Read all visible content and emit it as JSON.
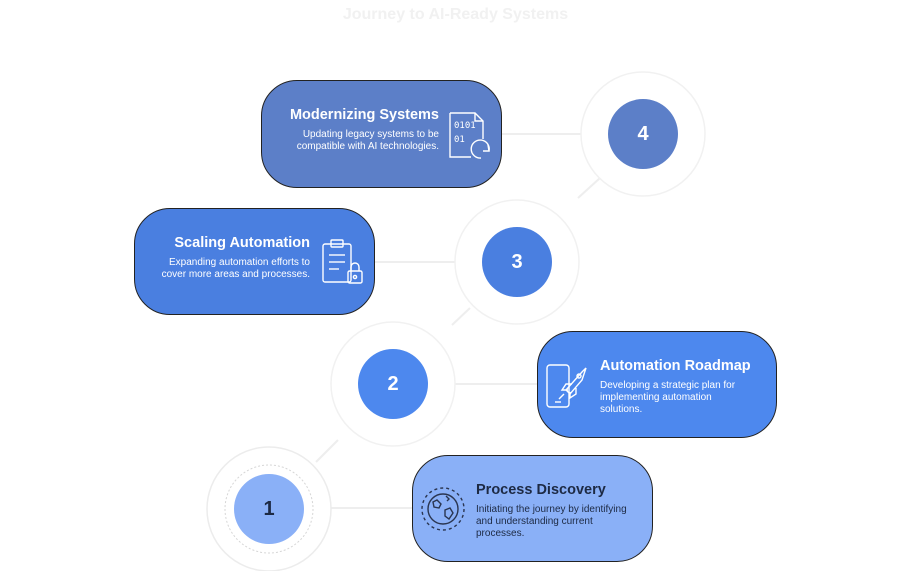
{
  "title": "Journey to AI-Ready Systems",
  "steps": [
    {
      "number": "1",
      "title": "Process Discovery",
      "description": "Initiating the journey by identifying and understanding current processes.",
      "icon": "globe-icon",
      "color": "#8ab0f7"
    },
    {
      "number": "2",
      "title": "Automation Roadmap",
      "description": "Developing a strategic plan for implementing automation solutions.",
      "icon": "mobile-rocket-icon",
      "color": "#4d88ee"
    },
    {
      "number": "3",
      "title": "Scaling Automation",
      "description": "Expanding automation efforts to cover more areas and processes.",
      "icon": "clipboard-lock-icon",
      "color": "#4a7fe0"
    },
    {
      "number": "4",
      "title": "Modernizing Systems",
      "description": "Updating legacy systems to be compatible with AI technologies.",
      "icon": "binary-file-icon",
      "color": "#5c7fc8"
    }
  ]
}
